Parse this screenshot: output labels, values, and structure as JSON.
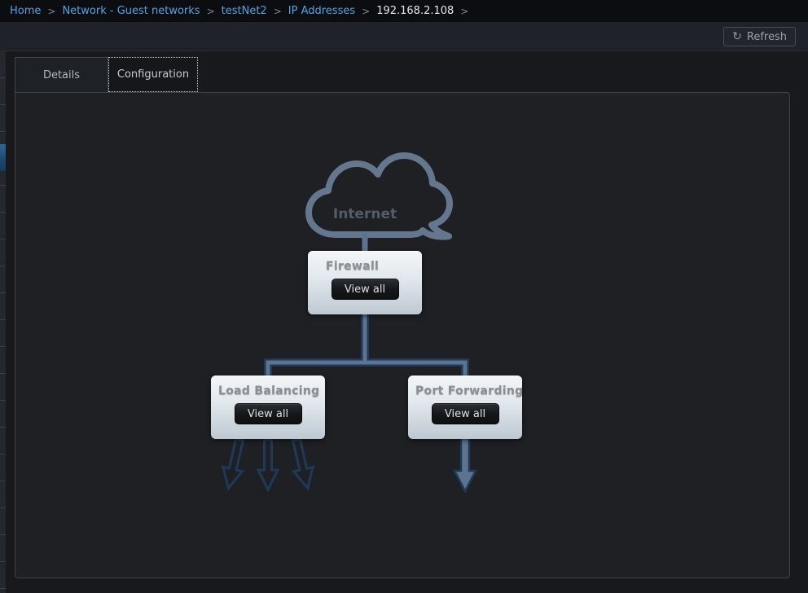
{
  "breadcrumb": {
    "separator": ">",
    "items": [
      {
        "label": "Home"
      },
      {
        "label": "Network - Guest networks"
      },
      {
        "label": "testNet2"
      },
      {
        "label": "IP Addresses"
      },
      {
        "label": "192.168.2.108"
      }
    ]
  },
  "toolbar": {
    "refresh_label": "Refresh",
    "refresh_icon": "↻"
  },
  "tabs": {
    "details": "Details",
    "configuration": "Configuration",
    "active": "Configuration"
  },
  "diagram": {
    "cloud_label": "Internet",
    "firewall": {
      "title": "Firewall",
      "button_label": "View all"
    },
    "load_balancing": {
      "title": "Load Balancing",
      "button_label": "View all"
    },
    "port_forwarding": {
      "title": "Port Forwarding",
      "button_label": "View all"
    }
  },
  "colors": {
    "breadcrumb_link": "#55a3e5",
    "cloud_outline": "#64778f",
    "connector_inner": "#5d7390",
    "connector_outer": "#1f3a58",
    "node_title": "#8b8f94",
    "sidebar_highlight": "#2d6796",
    "panel_background": "#1e2024"
  }
}
